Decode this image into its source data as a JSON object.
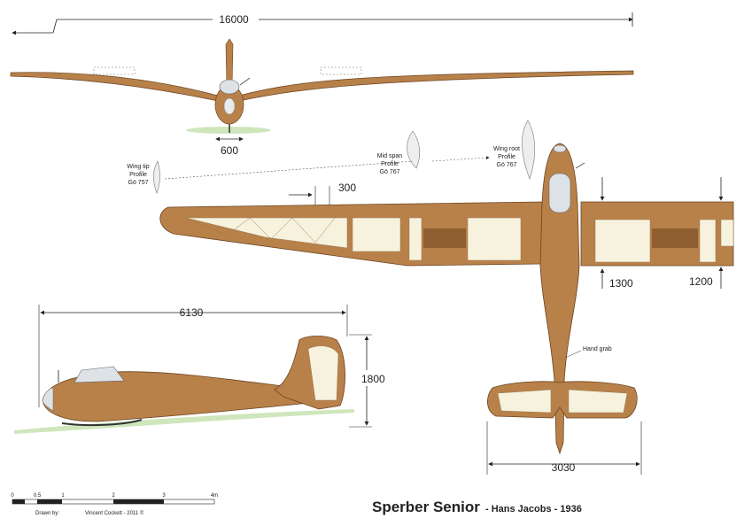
{
  "dimensions": {
    "span": "16000",
    "fuselage_width": "600",
    "aileron_chord": "300",
    "root_chord": "1300",
    "aileron_extent": "1200",
    "length": "6130",
    "height": "1800",
    "tailplane_span": "3030"
  },
  "profiles": {
    "tip": [
      "Wing tip",
      "Profile",
      "Gö 757"
    ],
    "mid": [
      "Mid span",
      "Profile",
      "Gö 767"
    ],
    "root": [
      "Wing root",
      "Profile",
      "Gö 767"
    ]
  },
  "annotation": {
    "hand_grab": "Hand grab"
  },
  "title": {
    "main": "Sperber Senior",
    "subtitle": "- Hans Jacobs - 1936"
  },
  "scale": {
    "ticks": [
      "0",
      "0.5",
      "1",
      "2",
      "3",
      "4m"
    ],
    "drawn_by_label": "Drawn by:",
    "drawn_by": "Vincent Cockett - 2011 ©"
  },
  "colors": {
    "wood": "#b8814a",
    "wood_dark": "#8f5e30",
    "fabric": "#f7f2de",
    "ground": "#cfe6bd"
  }
}
